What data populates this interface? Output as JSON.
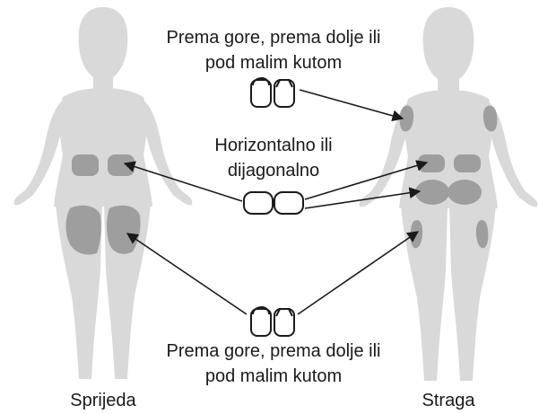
{
  "labels": {
    "upper_line1": "Prema gore, prema dolje ili",
    "upper_line2": "pod malim kutom",
    "middle_line1": "Horizontalno ili",
    "middle_line2": "dijagonalno",
    "lower_line1": "Prema gore, prema dolje ili",
    "lower_line2": "pod malim kutom",
    "front_caption": "Sprijeda",
    "back_caption": "Straga"
  },
  "colors": {
    "body_fill": "#d9d9d9",
    "zone_fill": "#9e9e9e",
    "text": "#1a1a1a",
    "arrow": "#1a1a1a"
  },
  "icons": {
    "upper": "pen-needle-vertical-icon",
    "middle": "pen-needle-horizontal-icon",
    "lower": "pen-needle-vertical-icon"
  }
}
